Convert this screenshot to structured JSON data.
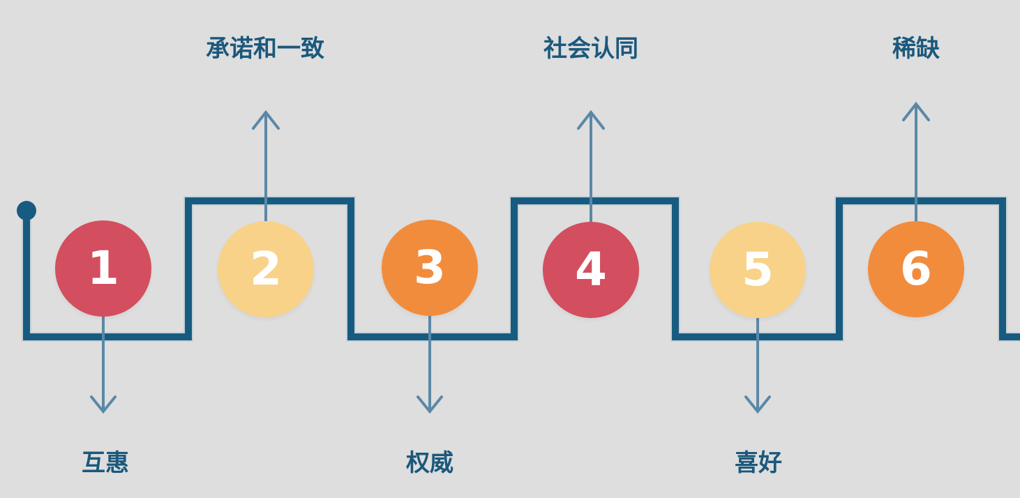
{
  "diagram": {
    "kind": "numbered-square-wave-flow",
    "steps": [
      {
        "number": "1",
        "label": "互惠",
        "color": "red",
        "label_position": "below",
        "arrow": "arrow-down-icon"
      },
      {
        "number": "2",
        "label": "承诺和一致",
        "color": "yellow",
        "label_position": "above",
        "arrow": "arrow-up-icon"
      },
      {
        "number": "3",
        "label": "权威",
        "color": "orange",
        "label_position": "below",
        "arrow": "arrow-down-icon"
      },
      {
        "number": "4",
        "label": "社会认同",
        "color": "red",
        "label_position": "above",
        "arrow": "arrow-up-icon"
      },
      {
        "number": "5",
        "label": "喜好",
        "color": "yellow",
        "label_position": "below",
        "arrow": "arrow-down-icon"
      },
      {
        "number": "6",
        "label": "稀缺",
        "color": "orange",
        "label_position": "above",
        "arrow": "arrow-up-icon"
      }
    ]
  },
  "palette": {
    "canvas": "#dedede",
    "line": "#175b80",
    "line_halo": "#8aabc0",
    "arrow": "#5b88a7",
    "label": "#1b587c",
    "number": "#ffffff",
    "red": "#d34e5f",
    "yellow": "#f8d289",
    "orange": "#f28c3d"
  }
}
